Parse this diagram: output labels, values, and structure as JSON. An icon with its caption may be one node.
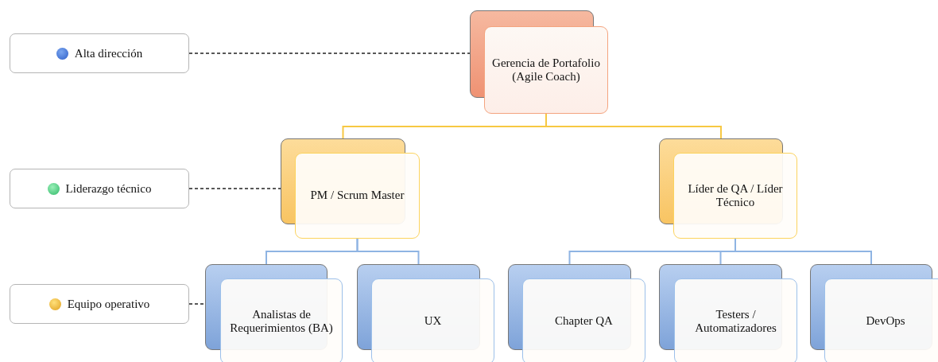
{
  "diagram": {
    "nodes": [
      {
        "text": [
          "Alta dirección"
        ]
      },
      {
        "text": [
          "Liderazgo técnico"
        ]
      },
      {
        "text": [
          "Equipo operativo"
        ]
      },
      {
        "text": [
          "Gerencia de Portafolio (Agile Coach)"
        ]
      },
      {
        "text": [
          "PM / Scrum Master"
        ]
      },
      {
        "text": [
          "Líder de QA / Líder Técnico"
        ]
      },
      {
        "text": [
          "Analistas de Requerimientos (BA)"
        ]
      },
      {
        "text": [
          "UX"
        ]
      },
      {
        "text": [
          "Chapter QA"
        ]
      },
      {
        "text": [
          "Testers / Automatizadores"
        ]
      },
      {
        "text": [
          "DevOps"
        ]
      }
    ],
    "edges": [
      {
        "from": 0,
        "to": 3,
        "arrow": "none",
        "style": "dashed",
        "color": "#222222"
      },
      {
        "from": 1,
        "to": 4,
        "arrow": "none",
        "style": "dashed",
        "color": "#222222"
      },
      {
        "from": 2,
        "to": 6,
        "arrow": "none",
        "style": "dashed",
        "color": "#222222"
      },
      {
        "from": 3,
        "to": 4,
        "arrow": "none",
        "color": "#f7c843"
      },
      {
        "from": 3,
        "to": 5,
        "arrow": "none",
        "color": "#f7c843"
      },
      {
        "from": 4,
        "to": 6,
        "arrow": "none"
      },
      {
        "from": 4,
        "to": 7,
        "arrow": "none"
      },
      {
        "from": 5,
        "to": 8,
        "arrow": "none"
      },
      {
        "from": 5,
        "to": 9,
        "arrow": "none"
      },
      {
        "from": 5,
        "to": 10,
        "arrow": "none"
      }
    ]
  }
}
